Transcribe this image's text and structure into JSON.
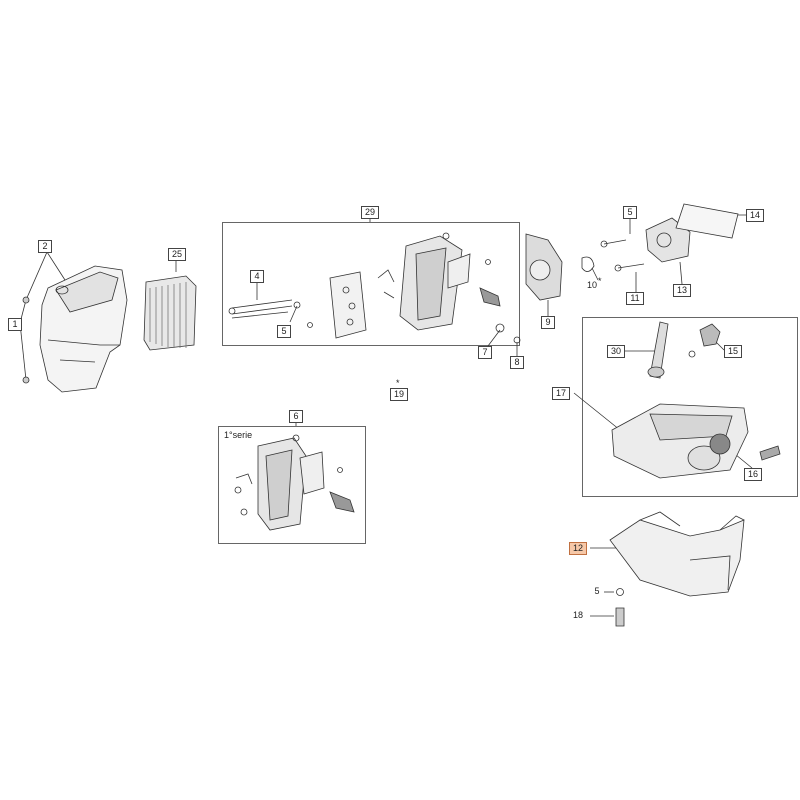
{
  "diagram": {
    "callouts": {
      "c1": "1",
      "c2": "2",
      "c4": "4",
      "c5a": "5",
      "c5b": "5",
      "c5c": "5",
      "c6": "6",
      "c7": "7",
      "c8": "8",
      "c9": "9",
      "c10": "10",
      "c11": "11",
      "c12": "12",
      "c13": "13",
      "c14": "14",
      "c15": "15",
      "c16": "16",
      "c17": "17",
      "c18": "18",
      "c19": "19",
      "c25": "25",
      "c29": "29",
      "c30": "30"
    },
    "star": "*",
    "series_note": "1°serie",
    "highlight_color": "#f6c8a8"
  }
}
